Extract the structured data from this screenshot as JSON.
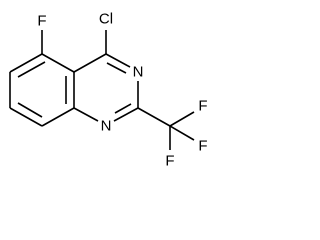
{
  "molecule": {
    "atoms": {
      "F_ring": "F",
      "Cl": "Cl",
      "N3": "N",
      "N1": "N",
      "F_a": "F",
      "F_b": "F",
      "F_c": "F"
    }
  },
  "colors": {
    "bond": "#000000",
    "label": "#000000",
    "background": "#ffffff"
  }
}
